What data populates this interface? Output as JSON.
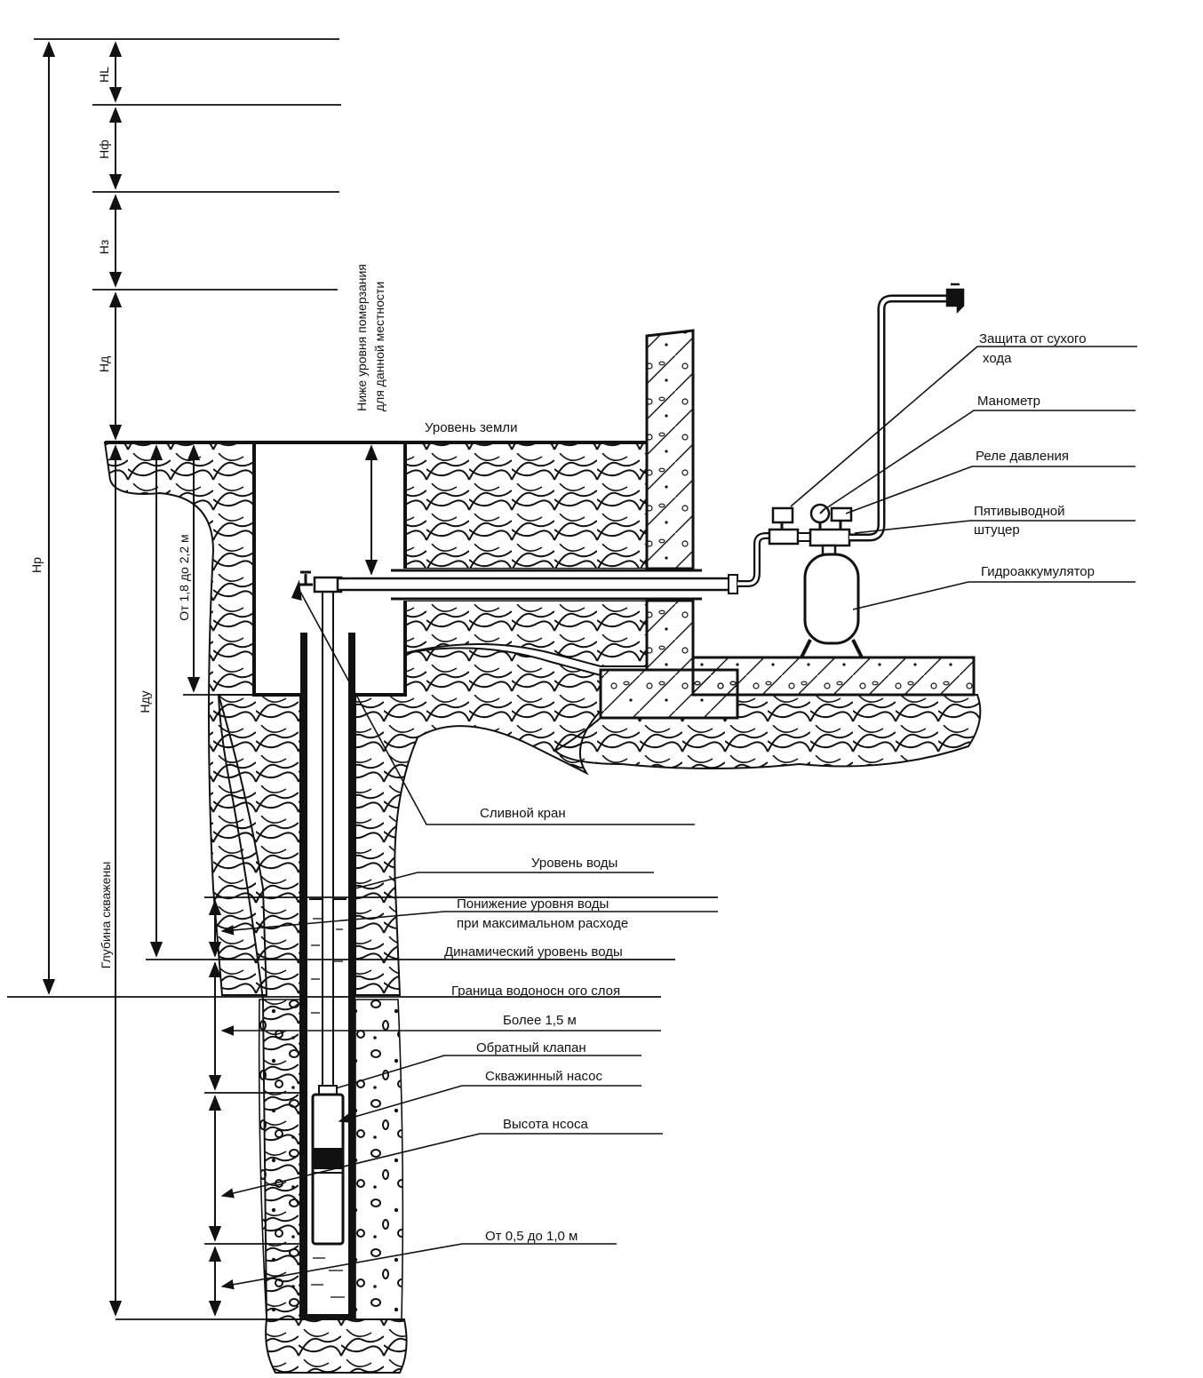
{
  "dims": {
    "hl": "HL",
    "hf": "Hф",
    "hz": "Hз",
    "hd": "Hд",
    "hp": "Hр",
    "hdu": "Hду",
    "from_depth": "От 1,8 до 2,2 м",
    "well_depth": "Глубина скважены",
    "freeze_level_1": "Ниже уровня померзания",
    "freeze_level_2": "для данной местности"
  },
  "labels": {
    "ground": "Уровень земли",
    "dry_run_1": "Защита от сухого",
    "dry_run_2": "хода",
    "manometer": "Манометр",
    "pressure_relay": "Реле давления",
    "fitting_1": "Пятивыводной",
    "fitting_2": "штуцер",
    "accumulator": "Гидроаккумулятор",
    "drain_valve": "Сливной кран",
    "water_level": "Уровень воды",
    "drawdown_1": "Понижение уровня воды",
    "drawdown_2": "при максимальнoм расходе",
    "dynamic_level": "Динамический уровень воды",
    "aquifer_boundary": "Граница водоносн ого слоя",
    "more_than": "Более 1,5 м",
    "check_valve": "Обратный клапан",
    "pump": "Скважинный насос",
    "pump_height": "Высота нсоса",
    "bottom_gap": "От 0,5 до 1,0 м"
  },
  "colors": {
    "ink": "#111111",
    "paper": "#ffffff"
  }
}
